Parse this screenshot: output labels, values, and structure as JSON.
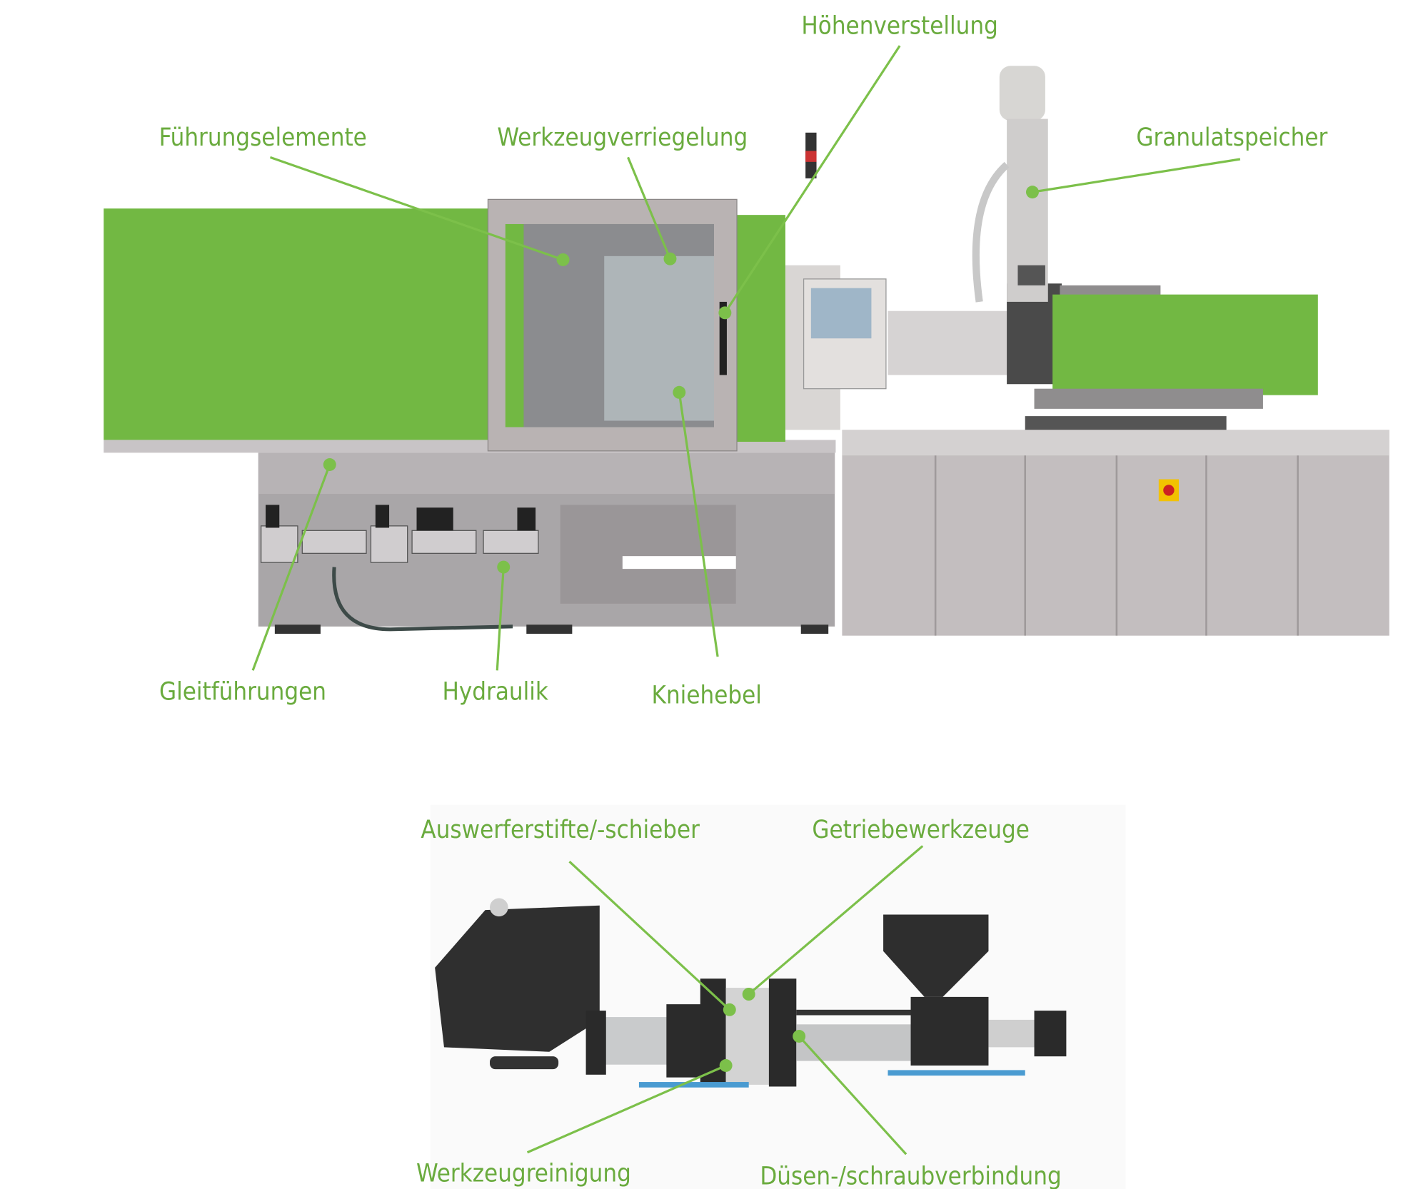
{
  "colors": {
    "machine_green": "#72b843",
    "label_green": "#6aab3e",
    "leader_green": "#7cc04a",
    "frame_grey": "#b9b3b3",
    "dark_body": "#3a3a3a"
  },
  "top_diagram": {
    "labels": {
      "hoehenverstellung": "Höhenverstellung",
      "fuehrungselemente": "Führungselemente",
      "werkzeugverriegelung": "Werkzeugverriegelung",
      "granulatspeicher": "Granulatspeicher",
      "gleitfuehrungen": "Gleitführungen",
      "hydraulik": "Hydraulik",
      "kniehebel": "Kniehebel"
    }
  },
  "bottom_diagram": {
    "labels": {
      "auswerferstifte": "Auswerferstifte/-schieber",
      "getriebewerkzeuge": "Getriebewerkzeuge",
      "werkzeugreinigung": "Werkzeugreinigung",
      "duesenverbindung": "Düsen-/schraubverbindung"
    }
  }
}
